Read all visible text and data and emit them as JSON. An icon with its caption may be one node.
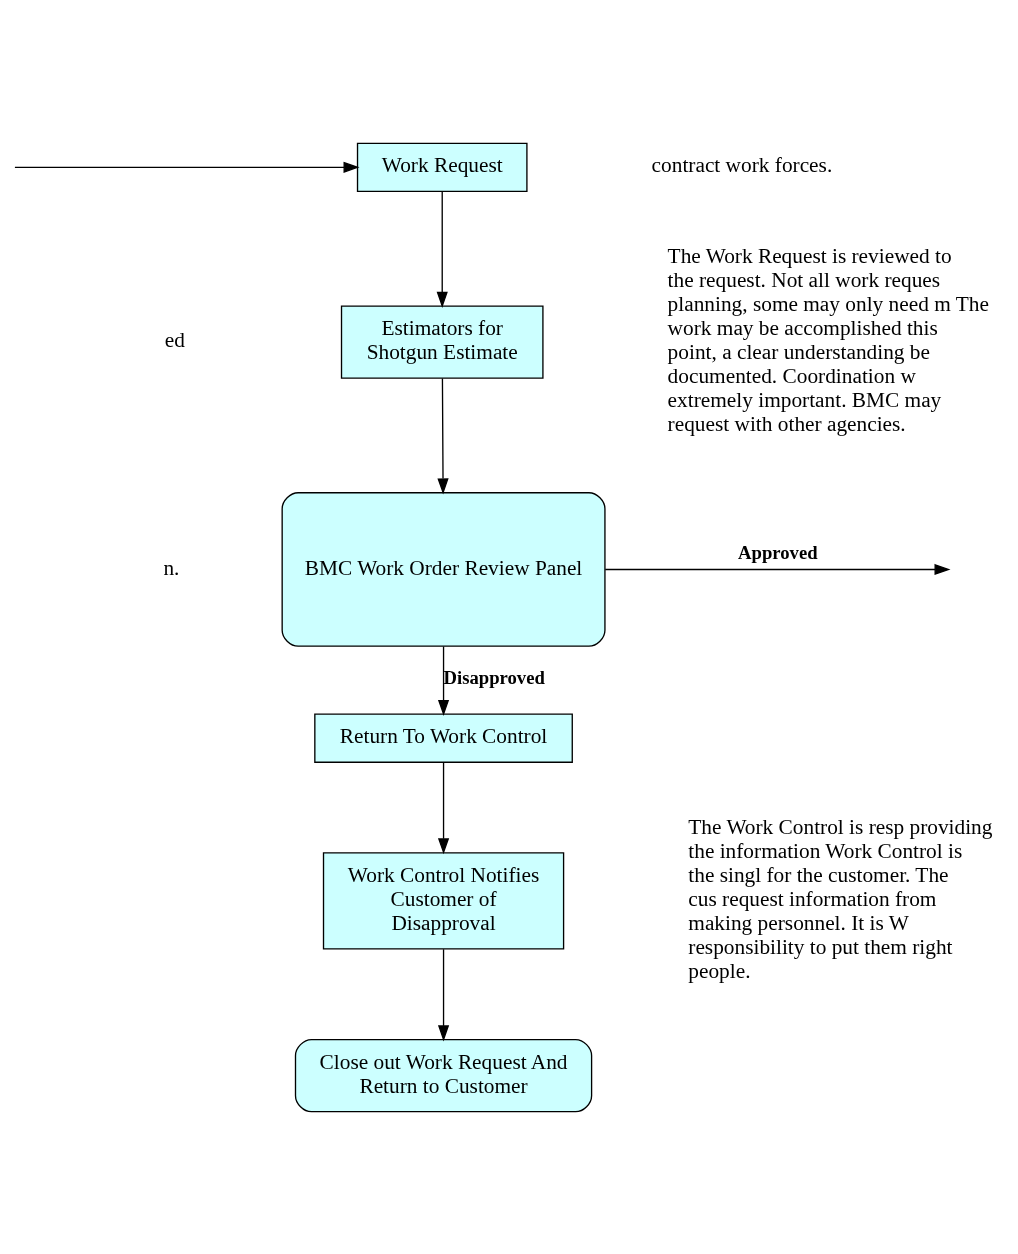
{
  "diagram": {
    "nodes": [
      {
        "text": [
          "Work Request"
        ]
      },
      {
        "text": [
          "Estimators for Shotgun Estimate"
        ]
      },
      {
        "text": [
          "BMC Work Order Review Panel"
        ]
      },
      {
        "text": [
          "Return To Work Control"
        ]
      },
      {
        "text": [
          "Work Control Notifies Customer of Disapproval"
        ]
      },
      {
        "text": [
          "Close out Work Request And Return to Customer"
        ]
      }
    ],
    "edges": [
      {
        "from": null,
        "to": 0,
        "arrow": "to"
      },
      {
        "from": 0,
        "to": 1,
        "arrow": "to"
      },
      {
        "from": 1,
        "to": 2,
        "arrow": "to"
      },
      {
        "from": 2,
        "to": null,
        "arrow": "to",
        "label": "Approved"
      },
      {
        "from": 2,
        "to": 3,
        "arrow": "to",
        "label": "Disapproved"
      },
      {
        "from": 3,
        "to": 4,
        "arrow": "to"
      },
      {
        "from": 4,
        "to": 5,
        "arrow": "to"
      }
    ],
    "labels": [
      "contract work forces.",
      "ed",
      "n.",
      "The Work Request is reviewed to the request. Not all work reques planning, some may only need m The work may be accomplished this point, a clear understanding be documented. Coordination w extremely important. BMC may request with other agencies.",
      "The Work Control is resp providing the information Work Control is the singl for the customer. The cus request information from making personnel. It is W responsibility to put them right people."
    ]
  }
}
